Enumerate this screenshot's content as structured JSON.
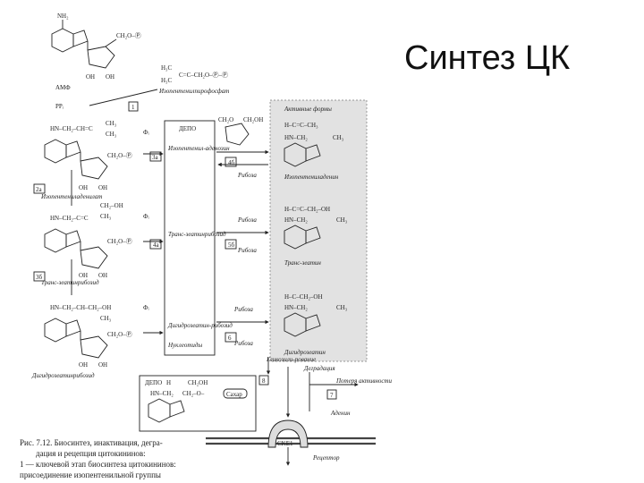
{
  "slide": {
    "title": "Синтез ЦК"
  },
  "left_column": {
    "amp_label": "АМФ",
    "ppi_label": "PPᵢ",
    "enzyme_1": "1",
    "ipp_label": "Изопентенилпирофосфат",
    "ipa_ribotide": "Изопентениладенилат",
    "trans_zeatin_riboside_p": "Транс-зеатинрибозид",
    "dihydrozeatin_riboside": "Дигидрозеатинрибозид",
    "step_2a": "2а",
    "step_3a": "3а",
    "step_4a": "4а",
    "step_3b": "3б",
    "pi": "Фᵢ"
  },
  "depot": {
    "title": "ДЕПО",
    "item_1": "Изопентенил-аденозин",
    "item_2": "Транс-зеатинрибозид",
    "item_3": "Дигидрозеатин-рибозид",
    "item_4": "Нуклеотиды"
  },
  "right_column": {
    "header": "Активные формы",
    "ipa": "Изопентениладенин",
    "trans_zeatin": "Транс-зеатин",
    "dihydrozeatin": "Дигидрозеатин",
    "ribose": "Рибоза",
    "step_4b": "4б",
    "step_5b": "5б",
    "step_6": "6"
  },
  "bottom": {
    "depot_box": "ДЕПО",
    "sugar": "Сахар",
    "glycosyl": "Гликозили-рование",
    "degradation": "Деградация",
    "inactive": "Потеря активности",
    "adenine": "Аденин",
    "receptor_name": "CKE1",
    "receptor": "Рецептор",
    "step_7": "7",
    "step_8": "8"
  },
  "caption": {
    "line1": "Рис. 7.12. Биосинтез, инактивация, дегра-",
    "line2": "дация и рецепция цитокининов:",
    "line3": "1 — ключевой этап биосинтеза цитокининов:",
    "line4": "присоединение изопентенильной группы"
  }
}
